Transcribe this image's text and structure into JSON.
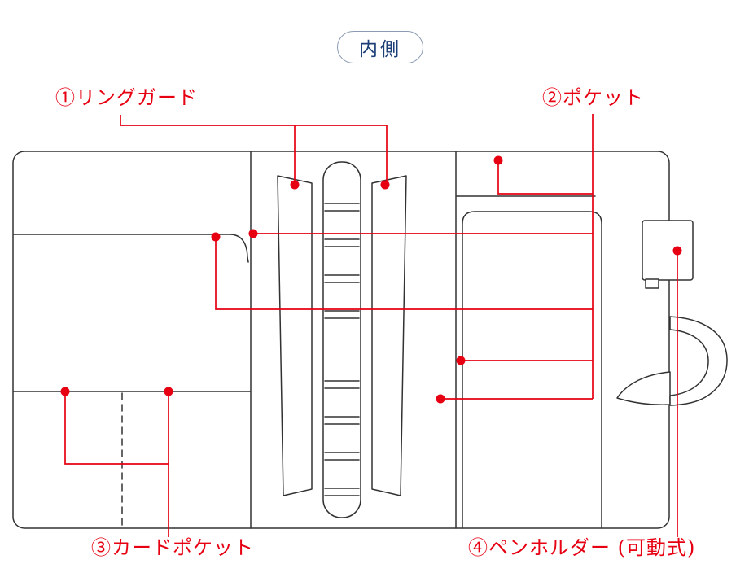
{
  "title": {
    "text": "内側"
  },
  "labels": {
    "ring_guard": {
      "text": "①リングガード"
    },
    "pocket": {
      "text": "②ポケット"
    },
    "card_pocket": {
      "text": "③カードポケット"
    },
    "pen_holder": {
      "text": "④ペンホルダー (可動式)"
    }
  },
  "colors": {
    "line": "#323232",
    "callout": "#e60012",
    "title_text": "#1c3f77",
    "title_border": "#8b9bb4",
    "background": "#ffffff"
  }
}
